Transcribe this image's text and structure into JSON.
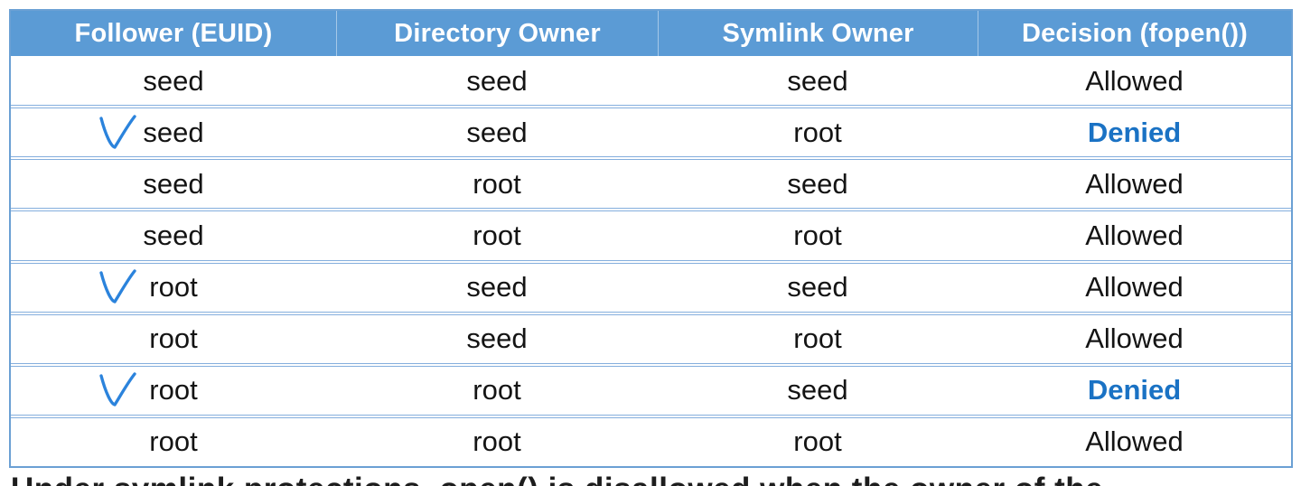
{
  "colors": {
    "header_bg": "#5b9bd5",
    "header_text": "#ffffff",
    "outer_border": "#6ba0d4",
    "row_separator": "#84aedd",
    "denied_text": "#1a72c4",
    "checkmark_blue": "#2b83dc",
    "body_text": "#141414"
  },
  "table": {
    "headers": [
      {
        "label": "Follower (EUID)"
      },
      {
        "label": "Directory Owner"
      },
      {
        "label": "Symlink Owner"
      },
      {
        "label": "Decision (fopen())"
      }
    ],
    "rows": [
      {
        "checked": false,
        "follower": "seed",
        "directory_owner": "seed",
        "symlink_owner": "seed",
        "decision": "Allowed",
        "denied": false
      },
      {
        "checked": true,
        "follower": "seed",
        "directory_owner": "seed",
        "symlink_owner": "root",
        "decision": "Denied",
        "denied": true
      },
      {
        "checked": false,
        "follower": "seed",
        "directory_owner": "root",
        "symlink_owner": "seed",
        "decision": "Allowed",
        "denied": false
      },
      {
        "checked": false,
        "follower": "seed",
        "directory_owner": "root",
        "symlink_owner": "root",
        "decision": "Allowed",
        "denied": false
      },
      {
        "checked": true,
        "follower": "root",
        "directory_owner": "seed",
        "symlink_owner": "seed",
        "decision": "Allowed",
        "denied": false
      },
      {
        "checked": false,
        "follower": "root",
        "directory_owner": "seed",
        "symlink_owner": "root",
        "decision": "Allowed",
        "denied": false
      },
      {
        "checked": true,
        "follower": "root",
        "directory_owner": "root",
        "symlink_owner": "seed",
        "decision": "Denied",
        "denied": true
      },
      {
        "checked": false,
        "follower": "root",
        "directory_owner": "root",
        "symlink_owner": "root",
        "decision": "Allowed",
        "denied": false
      }
    ]
  },
  "caption": {
    "clipped_text": "Under symlink protections, open() is disallowed when the owner of the"
  }
}
